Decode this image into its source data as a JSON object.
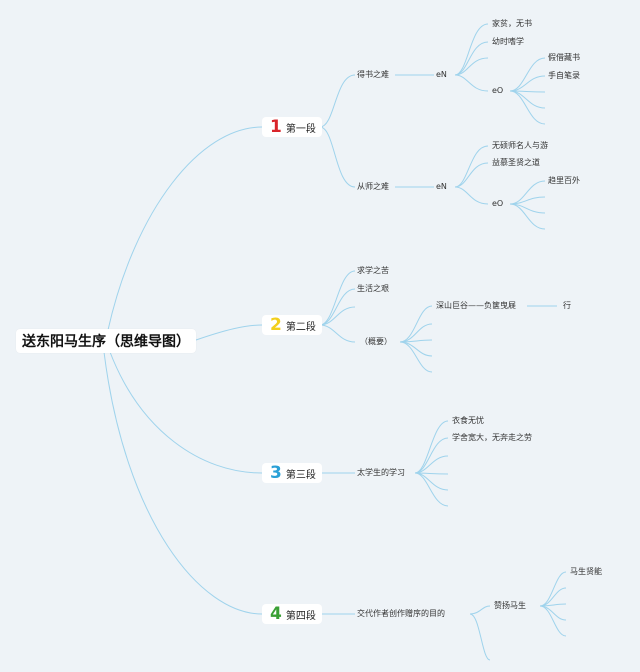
{
  "root": "送东阳马生序（思维导图）",
  "sections": [
    {
      "num": "1",
      "label": "第一段",
      "color": "#d9252b"
    },
    {
      "num": "2",
      "label": "第二段",
      "color": "#f2cf1c"
    },
    {
      "num": "3",
      "label": "第三段",
      "color": "#2aa0d6"
    },
    {
      "num": "4",
      "label": "第四段",
      "color": "#3aa035"
    }
  ],
  "s1": {
    "a": "得书之难",
    "a_mark": "eN",
    "a_i1": "家贫，无书",
    "a_i2": "幼时嗜学",
    "a_mark2": "eO",
    "a_j1": "假借藏书",
    "a_j2": "手自笔录",
    "b": "从师之难",
    "b_mark": "eN",
    "b_i1": "无硕师名人与游",
    "b_i2": "益慕圣贤之道",
    "b_mark2": "eO",
    "b_j1": "趋里百外"
  },
  "s2": {
    "a": "求学之苦",
    "b": "生活之艰",
    "c": "（概要）",
    "c1": "深山巨谷——负箧曳屣",
    "c1_end": "行"
  },
  "s3": {
    "a": "太学生的学习",
    "a1": "衣食无忧",
    "a2": "学舍宽大，无奔走之劳"
  },
  "s4": {
    "a": "交代作者创作赠序的目的",
    "b": "赞扬马生",
    "b1": "马生贤能"
  }
}
